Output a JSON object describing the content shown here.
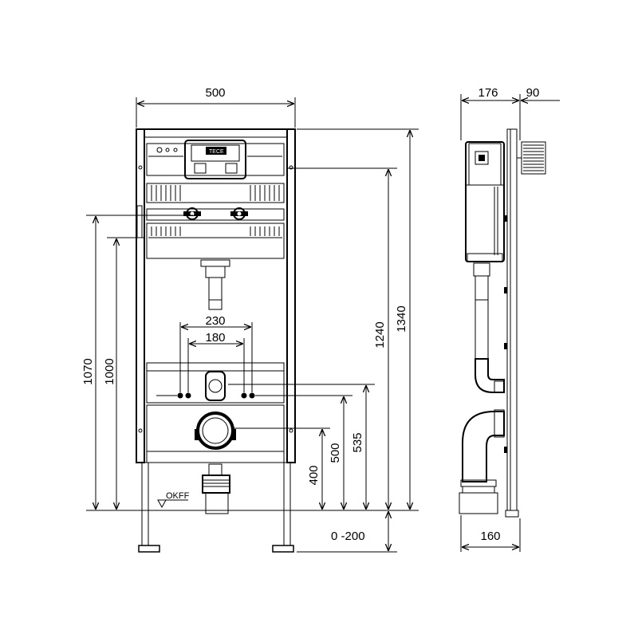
{
  "dimensions": {
    "width_front": "500",
    "depth_frame": "176",
    "depth_pipe": "90",
    "depth_bottom": "160",
    "height_total": "1340",
    "height_cistern": "1240",
    "height_1070": "1070",
    "height_1000": "1000",
    "height_535": "535",
    "height_500": "500",
    "height_400": "400",
    "bolt_spacing_outer": "230",
    "bolt_spacing_inner": "180",
    "leg_adjust": "0 -200"
  },
  "labels": {
    "floor_level": "OKFF",
    "brand": "TECE"
  }
}
